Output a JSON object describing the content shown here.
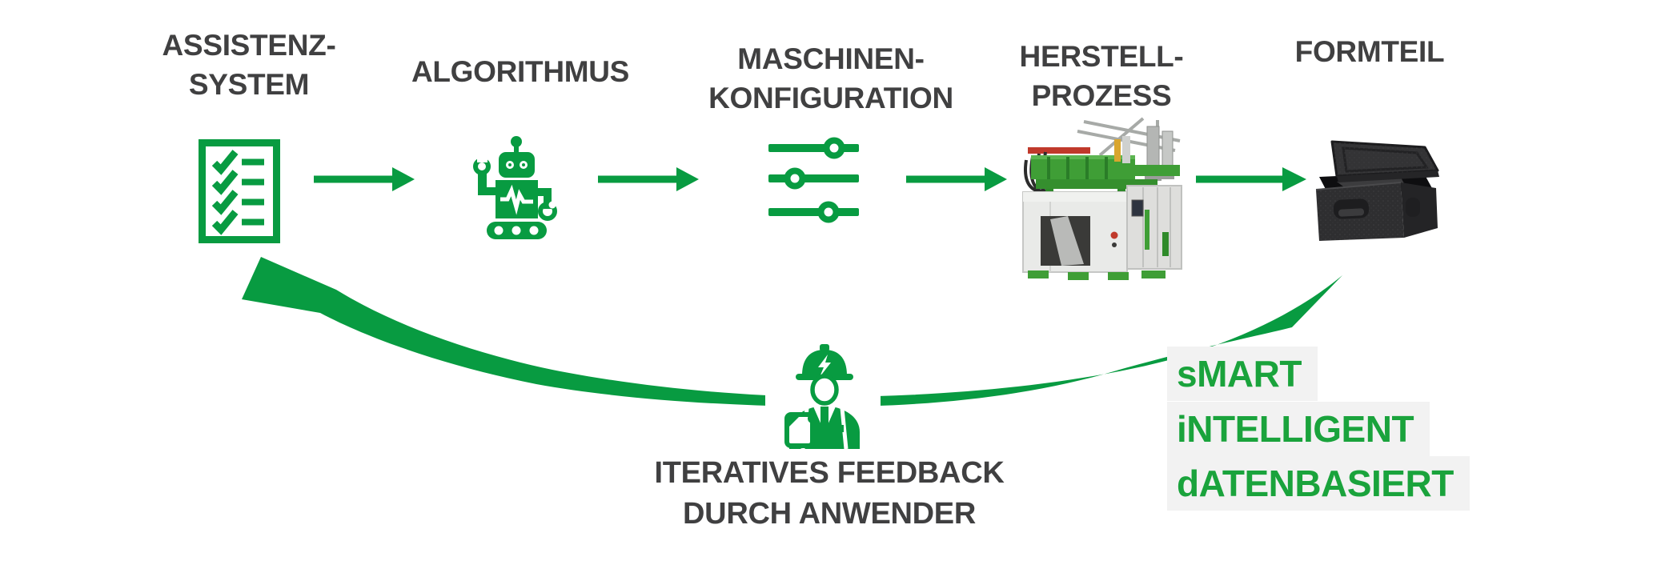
{
  "flow": {
    "steps": [
      {
        "line1": "ASSISTENZ-",
        "line2": "SYSTEM",
        "icon": "checklist-icon"
      },
      {
        "line1": "ALGORITHMUS",
        "line2": "",
        "icon": "robot-icon"
      },
      {
        "line1": "MASCHINEN-",
        "line2": "KONFIGURATION",
        "icon": "sliders-icon"
      },
      {
        "line1": "HERSTELL-",
        "line2": "PROZESS",
        "icon": "molding-machine-photo"
      },
      {
        "line1": "FORMTEIL",
        "line2": "",
        "icon": "foam-box-photo"
      }
    ]
  },
  "feedback_loop": {
    "line1": "ITERATIVES FEEDBACK",
    "line2": "DURCH ANWENDER",
    "icon": "worker-icon"
  },
  "motto": {
    "lines": [
      "sMART",
      "iNTELLIGENT",
      "dATENBASIERT"
    ]
  },
  "colors": {
    "green": "#089b41",
    "green_text": "#1aa33c",
    "label_gray": "#404041",
    "highlight_gray": "#f2f2f2",
    "background": "#ffffff"
  }
}
